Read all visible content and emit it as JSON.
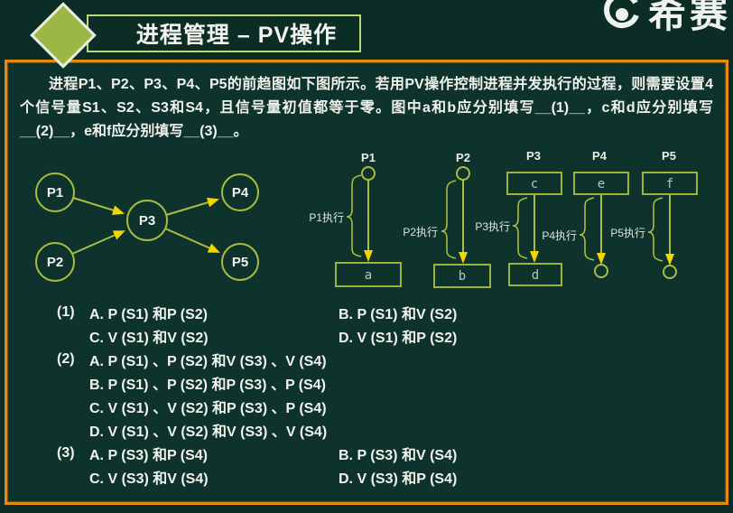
{
  "header": {
    "title": "进程管理 – PV操作",
    "logo_text": "希赛"
  },
  "question_text": "进程P1、P2、P3、P4、P5的前趋图如下图所示。若用PV操作控制进程并发执行的过程，则需要设置4个信号量S1、S2、S3和S4，且信号量初值都等于零。图中a和b应分别填写__(1)__，c和d应分别填写__(2)__，e和f应分别填写__(3)__。",
  "precedence_graph": {
    "nodes": [
      "P1",
      "P2",
      "P3",
      "P4",
      "P5"
    ],
    "edges": [
      "P1→P3",
      "P2→P3",
      "P3→P4",
      "P3→P5"
    ]
  },
  "execution_diagram": {
    "columns": [
      {
        "process": "P1",
        "exec_label": "P1执行",
        "start": "circle",
        "end_box_letter": "a"
      },
      {
        "process": "P2",
        "exec_label": "P2执行",
        "start": "circle",
        "end_box_letter": "b"
      },
      {
        "process": "P3",
        "exec_label": "P3执行",
        "start_box_letter": "c",
        "end_box_letter": "d"
      },
      {
        "process": "P4",
        "exec_label": "P4执行",
        "start_box_letter": "e",
        "end": "circle"
      },
      {
        "process": "P5",
        "exec_label": "P5执行",
        "start_box_letter": "f",
        "end": "circle"
      }
    ]
  },
  "options": {
    "q1": {
      "num": "(1)",
      "a": "A. P (S1) 和P (S2)",
      "b": "B. P (S1) 和V (S2)",
      "c": "C. V (S1) 和V (S2)",
      "d": "D. V (S1) 和P (S2)"
    },
    "q2": {
      "num": "(2)",
      "a": "A. P (S1) 、P (S2) 和V (S3) 、V (S4)",
      "b": "B. P (S1) 、P (S2) 和P (S3) 、P (S4)",
      "c": "C. V (S1) 、V (S2) 和P (S3) 、P (S4)",
      "d": "D. V (S1) 、V (S2) 和V (S3) 、V (S4)"
    },
    "q3": {
      "num": "(3)",
      "a": "A. P (S3) 和P (S4)",
      "b": "B. P (S3) 和V (S4)",
      "c": "C. V (S3) 和V (S4)",
      "d": "D. V (S3) 和P (S4)"
    }
  },
  "colors": {
    "background": "#0c2d26",
    "content_background": "#0e332c",
    "frame_orange": "#e5890f",
    "diagram_green": "#a9bd3f",
    "arrow_yellow": "#f2d600",
    "diamond_green": "#9cb844",
    "title_box_border": "#b9d874",
    "text_white": "#f2f2ec"
  }
}
